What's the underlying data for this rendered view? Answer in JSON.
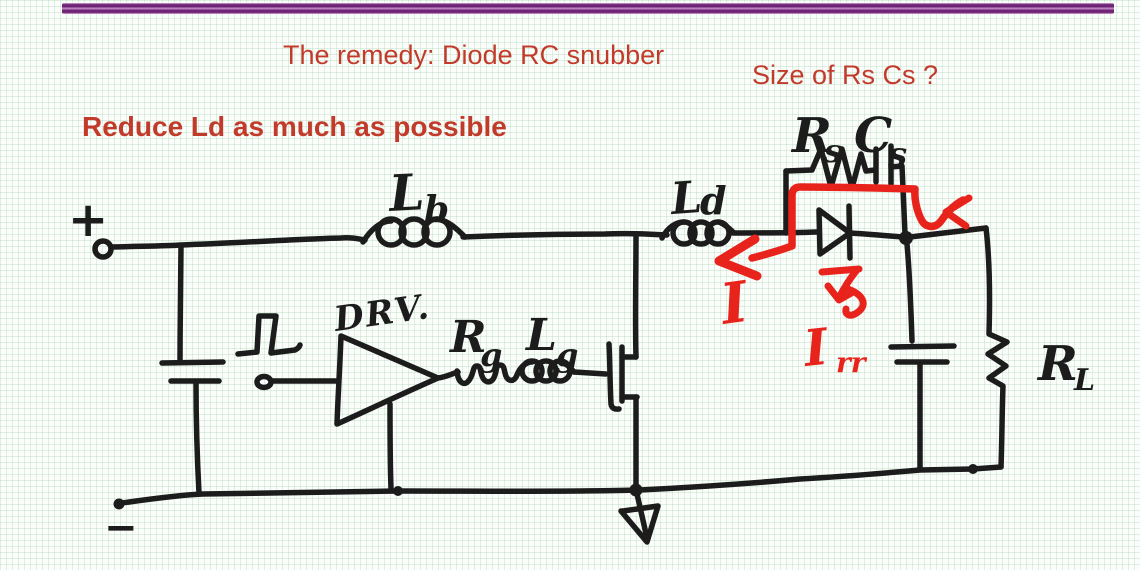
{
  "texts": {
    "title": "The remedy: Diode RC snubber",
    "question": "Size of Rs Cs ?",
    "note": "Reduce Ld as much as possible"
  },
  "terminals": {
    "plus": "+",
    "minus": "−"
  },
  "labels": {
    "lb_main": "L",
    "lb_sub": "b",
    "ld_main": "L",
    "ld_sub": "d",
    "drv": "DRV.",
    "rg_main": "R",
    "rg_sub": "g",
    "lg_main": "L",
    "lg_sub": "g",
    "rs_main": "R",
    "rs_sub": "s",
    "cs_main": "C",
    "cs_sub": "s",
    "rl_main": "R",
    "rl_sub": "L",
    "current": "I",
    "irr_main": "I",
    "irr_sub": "rr"
  },
  "colors": {
    "pen_black": "#1c1c1c",
    "pen_red": "#e8231c",
    "print_red": "#c23b2a",
    "rule_purple_dark": "#6d2474",
    "rule_purple_light": "#bb7fc0",
    "grid_green": "#cfe3d4",
    "background": "#fbfdfb"
  }
}
